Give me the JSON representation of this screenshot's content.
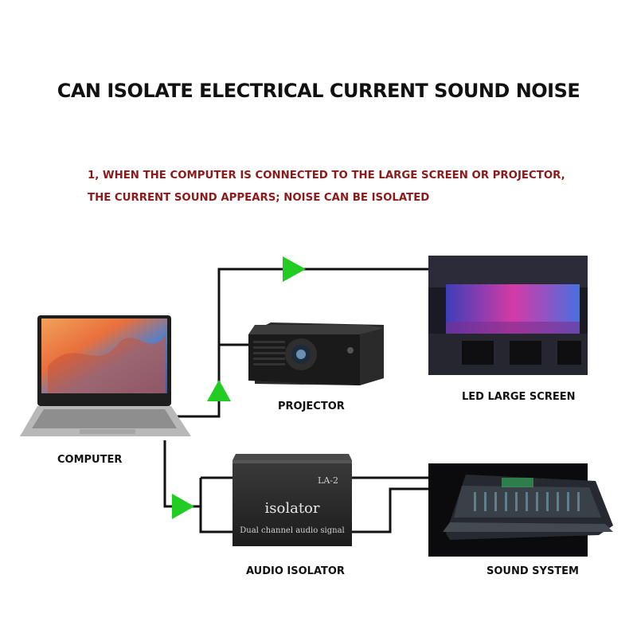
{
  "title": "CAN ISOLATE ELECTRICAL CURRENT SOUND NOISE",
  "note": {
    "line1": "1, WHEN THE COMPUTER IS CONNECTED TO THE LARGE SCREEN OR PROJECTOR,",
    "line2": "THE CURRENT SOUND APPEARS; NOISE CAN BE ISOLATED"
  },
  "labels": {
    "computer": "COMPUTER",
    "projector": "PROJECTOR",
    "led_screen": "LED LARGE SCREEN",
    "audio_isolator": "AUDIO ISOLATOR",
    "sound_system": "SOUND SYSTEM"
  },
  "device": {
    "model": "LA-2",
    "name": "isolator",
    "subtitle": "Dual channel audio signal"
  },
  "colors": {
    "title": "#111111",
    "note": "#8b1a1a",
    "wire": "#111111",
    "arrow": "#22cc22"
  }
}
